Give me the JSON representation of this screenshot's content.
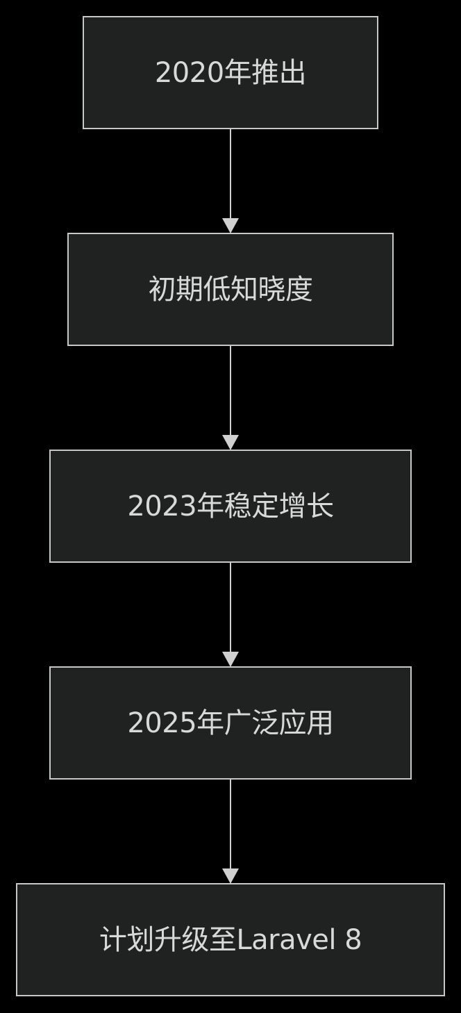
{
  "nodes": [
    {
      "id": "n1",
      "label": "2020年推出"
    },
    {
      "id": "n2",
      "label": "初期低知晓度"
    },
    {
      "id": "n3",
      "label": "2023年稳定增长"
    },
    {
      "id": "n4",
      "label": "2025年广泛应用"
    },
    {
      "id": "n5",
      "label": "计划升级至Laravel 8"
    }
  ],
  "edges": [
    {
      "from": "n1",
      "to": "n2"
    },
    {
      "from": "n2",
      "to": "n3"
    },
    {
      "from": "n3",
      "to": "n4"
    },
    {
      "from": "n4",
      "to": "n5"
    }
  ],
  "colors": {
    "background": "#000000",
    "node_fill": "#202222",
    "node_border": "#c8c8c8",
    "text": "#d9d9d9",
    "edge": "#d0d0d0"
  }
}
